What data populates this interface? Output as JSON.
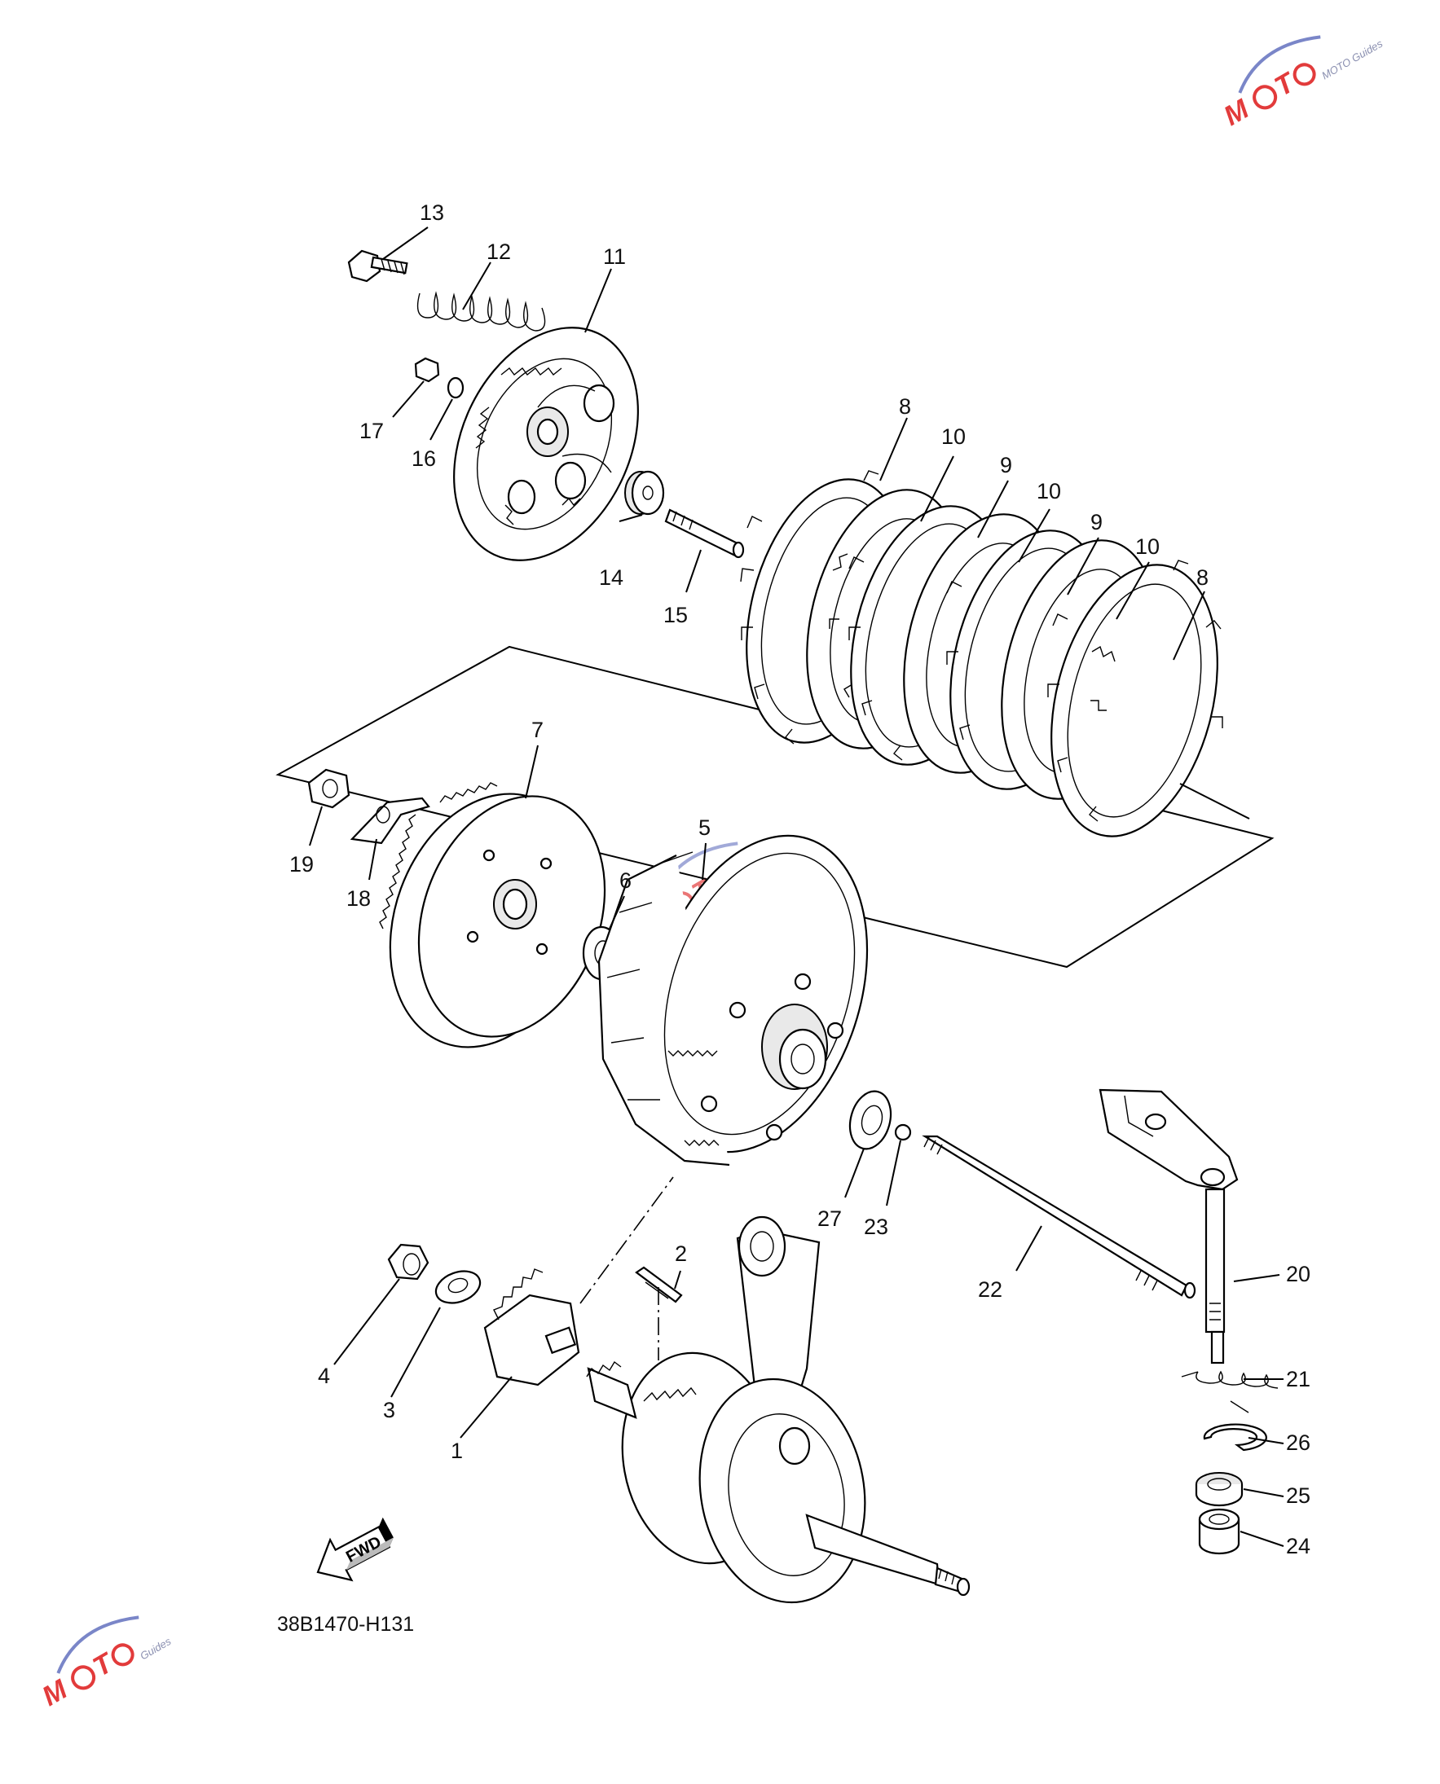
{
  "diagram_code": "38B1470-H131",
  "fwd_label": "FWD",
  "watermark": "MOTO Guides",
  "colors": {
    "line": "#000000",
    "watermark_red": "#e23b3b",
    "watermark_blue": "#7a86c8"
  },
  "callouts": {
    "p1": "1",
    "p2": "2",
    "p3": "3",
    "p4": "4",
    "p5": "5",
    "p6": "6",
    "p7": "7",
    "p8a": "8",
    "p8b": "8",
    "p9a": "9",
    "p9b": "9",
    "p10a": "10",
    "p10b": "10",
    "p10c": "10",
    "p11": "11",
    "p12": "12",
    "p13": "13",
    "p14": "14",
    "p15": "15",
    "p16": "16",
    "p17": "17",
    "p18": "18",
    "p19": "19",
    "p20": "20",
    "p21": "21",
    "p22": "22",
    "p23": "23",
    "p24": "24",
    "p25": "25",
    "p26": "26",
    "p27": "27"
  }
}
